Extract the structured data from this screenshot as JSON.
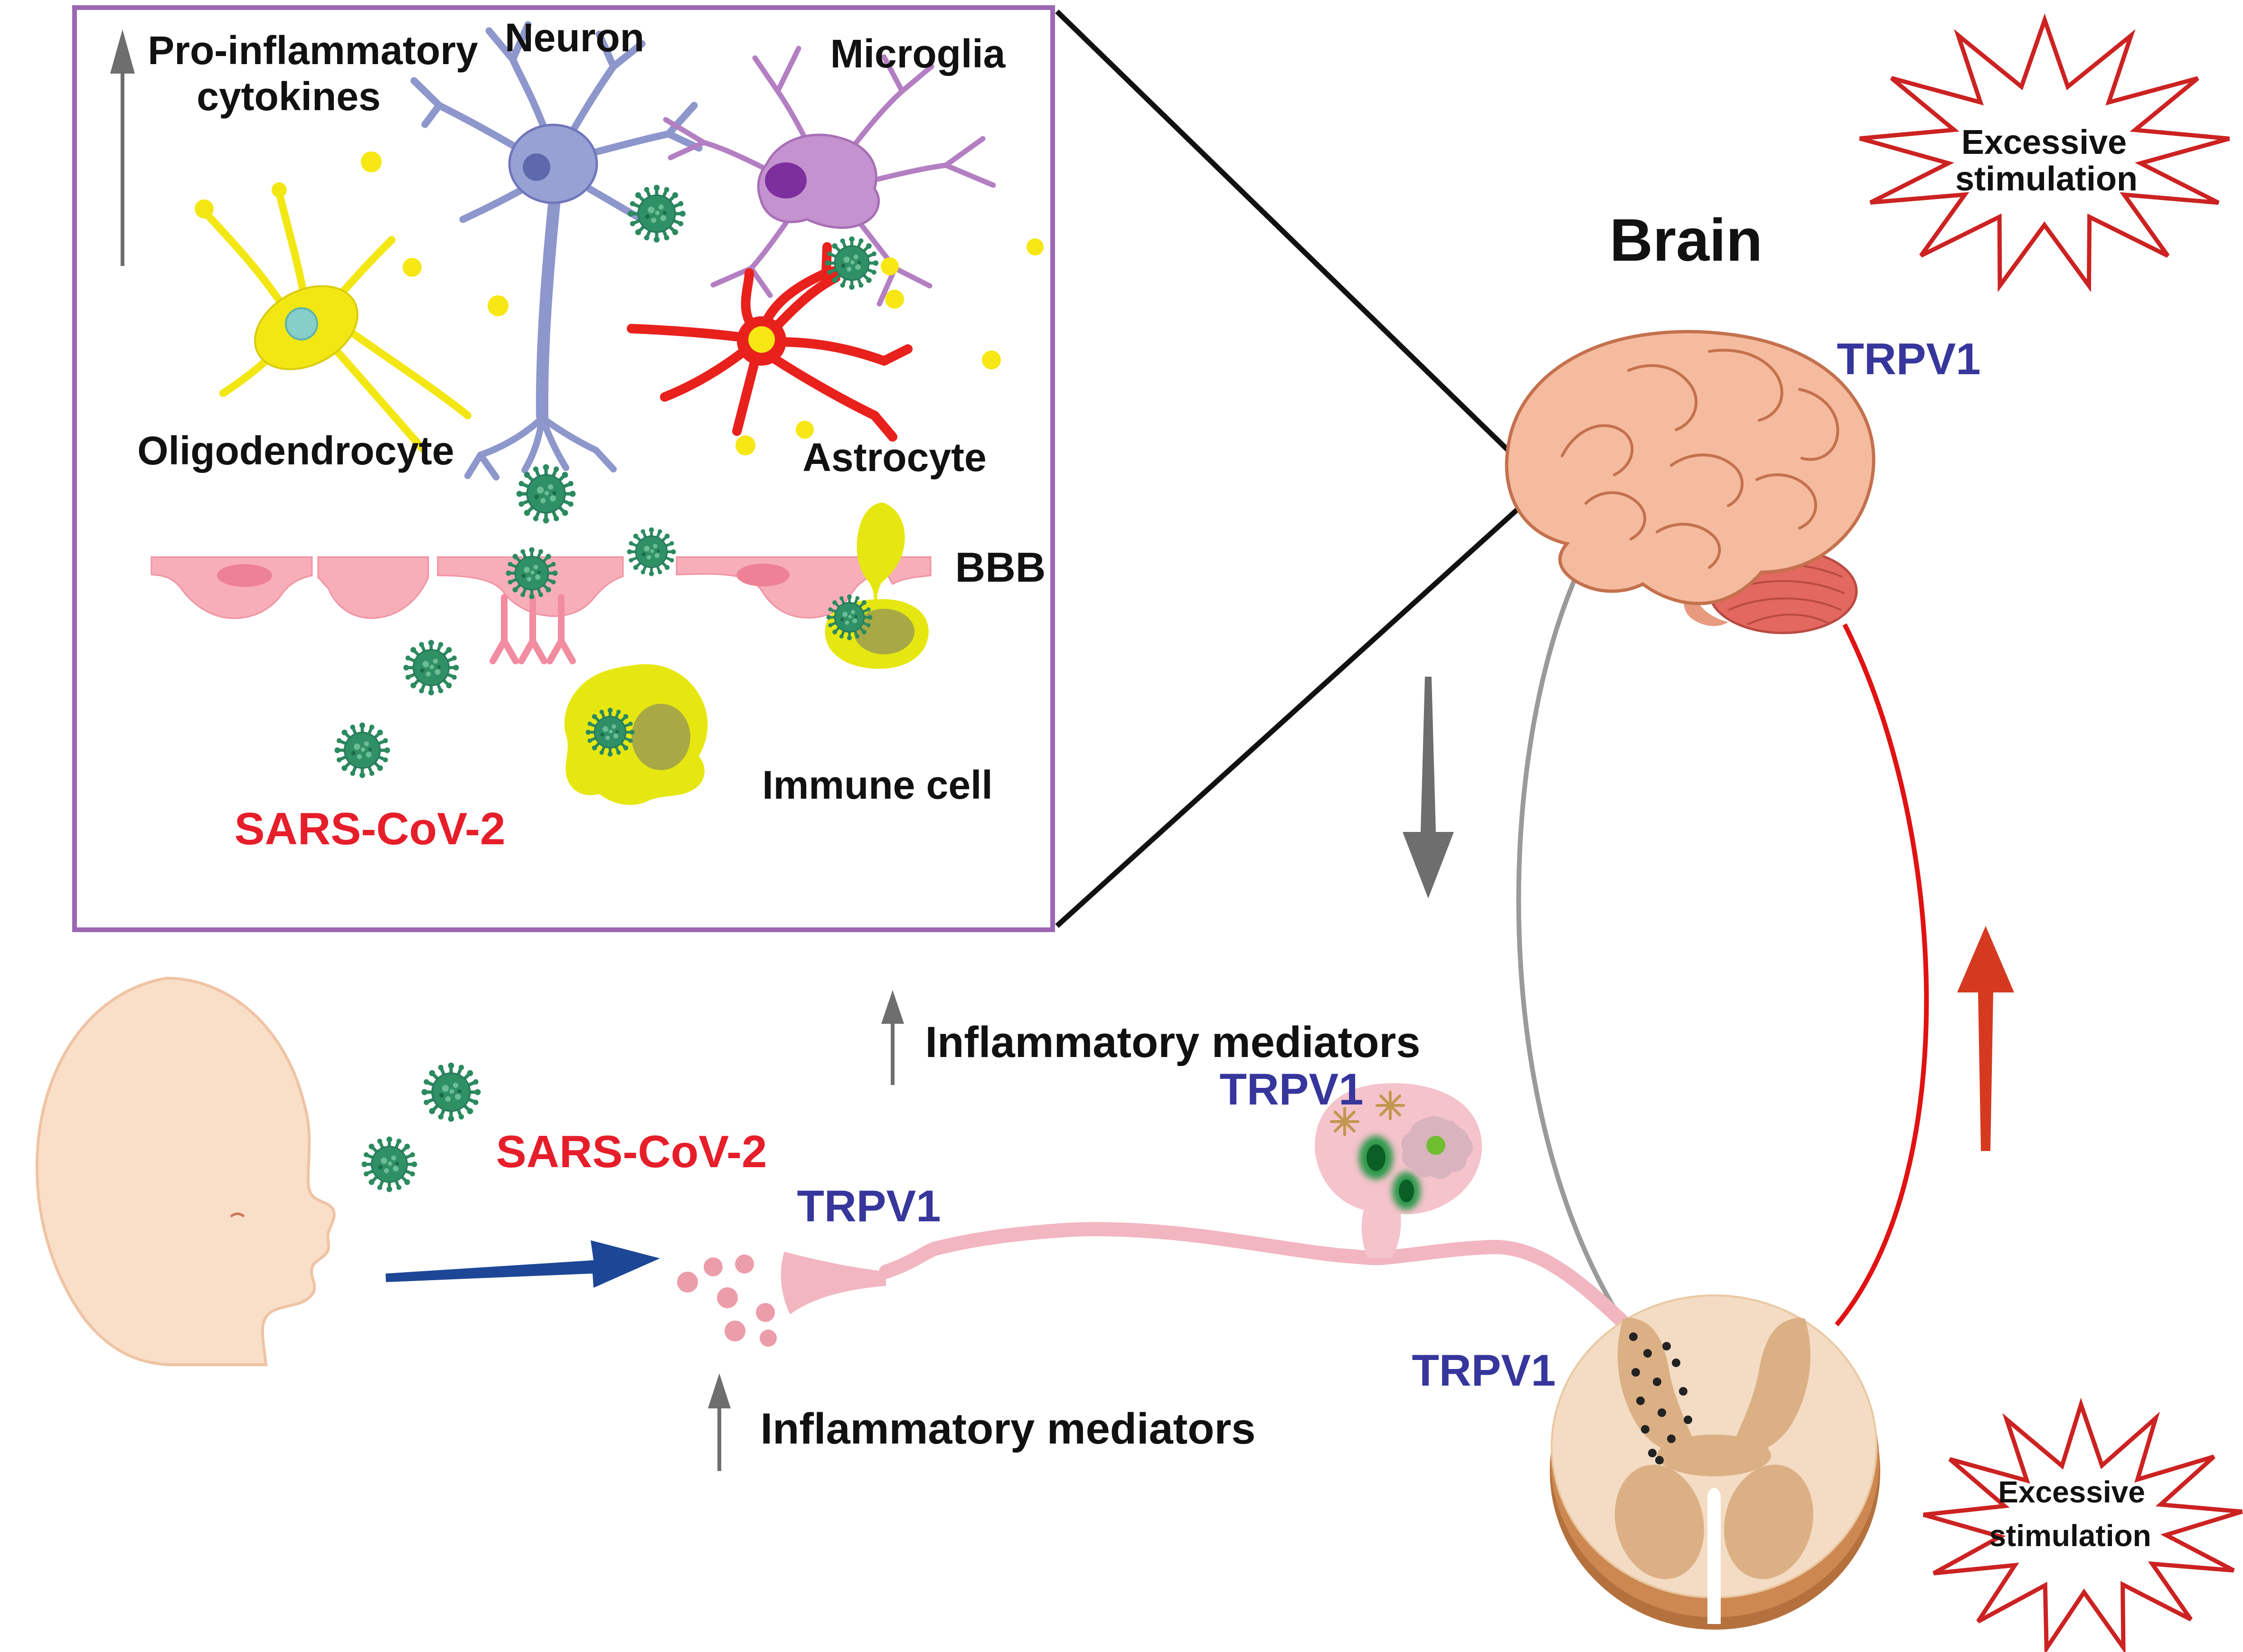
{
  "inset": {
    "border_color": "#9b67b3",
    "pro_inflammatory": {
      "line1": "Pro-inflammatory",
      "line2": "cytokines"
    },
    "labels": {
      "neuron": "Neuron",
      "microglia": "Microglia",
      "oligodendrocyte": "Oligodendrocyte",
      "astrocyte": "Astrocyte",
      "bbb": "BBB",
      "immune_cell": "Immune cell",
      "sars_cov_2": "SARS-CoV-2"
    }
  },
  "main": {
    "brain": "Brain",
    "trpv1_brain": "TRPV1",
    "trpv1_nerve": "TRPV1",
    "trpv1_ganglion": "TRPV1",
    "trpv1_spinal": "TRPV1",
    "sars_cov_2": "SARS-CoV-2",
    "inflammatory_mediators_upper": "Inflammatory mediators",
    "inflammatory_mediators_lower": "Inflammatory mediators",
    "excessive_top": {
      "line1": "Excessive",
      "line2": "stimulation"
    },
    "excessive_bottom": {
      "line1": "Excessive",
      "line2": "stimulation"
    }
  },
  "colors": {
    "virus_green": "#2f9066",
    "neuron_blue": "#97a1d4",
    "microglia_purple": "#c493cf",
    "oligodendrocyte_yellow": "#f2e713",
    "astrocyte_red": "#e8211d",
    "bbb_pink": "#f7aeb9",
    "immune_yellow": "#e6e711",
    "trpv1_text": "#36369c",
    "sars_text": "#e61e2a",
    "loop_gray": "#9a9a9a",
    "loop_red": "#e01212",
    "arrow_blue": "#1d4796",
    "arrow_red": "#d53a20",
    "arrow_gray": "#6e6e6e",
    "starburst_red": "#cc2222",
    "nerve_pink": "#f2b6c1",
    "brain_peach": "#f5bb9f",
    "spinal_tan": "#f3dcc3",
    "head_skin": "#f9dfc8"
  }
}
